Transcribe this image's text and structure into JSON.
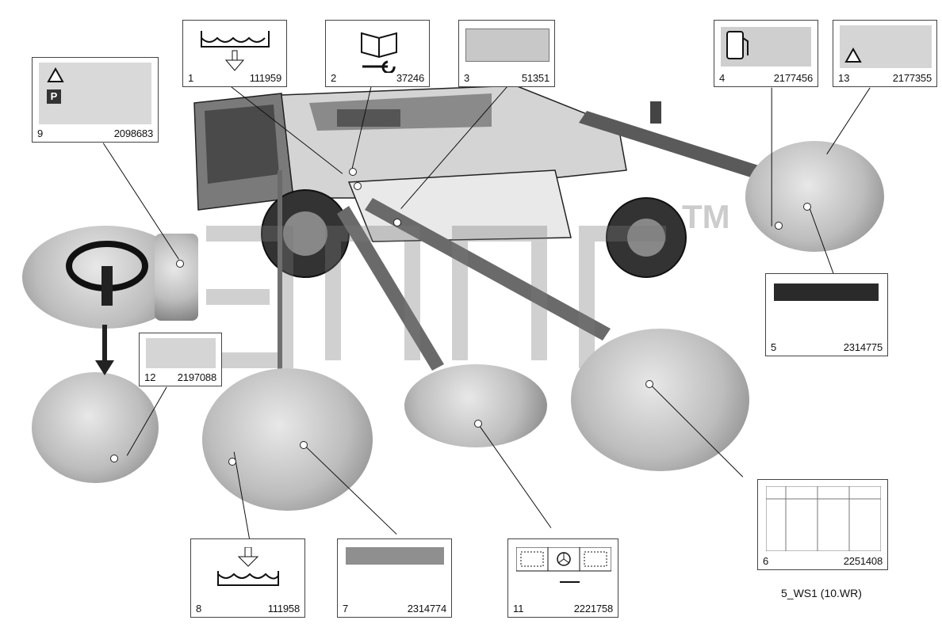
{
  "labels": [
    {
      "num": "1",
      "code": "111959"
    },
    {
      "num": "2",
      "code": "37246"
    },
    {
      "num": "3",
      "code": "51351"
    },
    {
      "num": "4",
      "code": "2177456"
    },
    {
      "num": "13",
      "code": "2177355"
    },
    {
      "num": "9",
      "code": "2098683"
    },
    {
      "num": "12",
      "code": "2197088"
    },
    {
      "num": "5",
      "code": "2314775"
    },
    {
      "num": "6",
      "code": "2251408"
    },
    {
      "num": "8",
      "code": "111958"
    },
    {
      "num": "7",
      "code": "2314774"
    },
    {
      "num": "11",
      "code": "2221758"
    }
  ],
  "caption": "5_WS1 (10.WR)",
  "watermark": "TM"
}
